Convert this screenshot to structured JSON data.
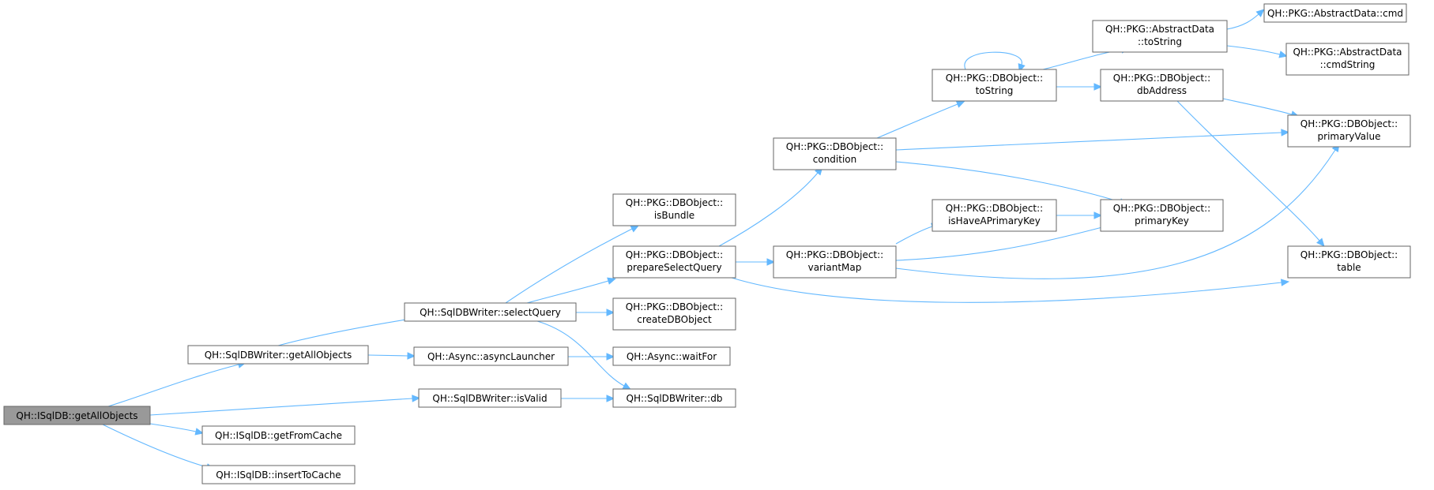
{
  "nodes": {
    "root": {
      "lines": [
        "QH::ISqlDB::getAllObjects"
      ]
    },
    "getAllObjects": {
      "lines": [
        "QH::SqlDBWriter::getAllObjects"
      ]
    },
    "getFromCache": {
      "lines": [
        "QH::ISqlDB::getFromCache"
      ]
    },
    "insertToCache": {
      "lines": [
        "QH::ISqlDB::insertToCache"
      ]
    },
    "isValid": {
      "lines": [
        "QH::SqlDBWriter::isValid"
      ]
    },
    "asyncLauncher": {
      "lines": [
        "QH::Async::asyncLauncher"
      ]
    },
    "selectQuery": {
      "lines": [
        "QH::SqlDBWriter::selectQuery"
      ]
    },
    "waitFor": {
      "lines": [
        "QH::Async::waitFor"
      ]
    },
    "db": {
      "lines": [
        "QH::SqlDBWriter::db"
      ]
    },
    "isBundle": {
      "lines": [
        "QH::PKG::DBObject::",
        "isBundle"
      ]
    },
    "prepareSelectQuery": {
      "lines": [
        "QH::PKG::DBObject::",
        "prepareSelectQuery"
      ]
    },
    "createDBObject": {
      "lines": [
        "QH::PKG::DBObject::",
        "createDBObject"
      ]
    },
    "condition": {
      "lines": [
        "QH::PKG::DBObject::",
        "condition"
      ]
    },
    "variantMap": {
      "lines": [
        "QH::PKG::DBObject::",
        "variantMap"
      ]
    },
    "dbToString": {
      "lines": [
        "QH::PKG::DBObject::",
        "toString"
      ]
    },
    "isHaveAPrimaryKey": {
      "lines": [
        "QH::PKG::DBObject::",
        "isHaveAPrimaryKey"
      ]
    },
    "adToString": {
      "lines": [
        "QH::PKG::AbstractData",
        "::toString"
      ]
    },
    "dbAddress": {
      "lines": [
        "QH::PKG::DBObject::",
        "dbAddress"
      ]
    },
    "primaryKey": {
      "lines": [
        "QH::PKG::DBObject::",
        "primaryKey"
      ]
    },
    "cmd": {
      "lines": [
        "QH::PKG::AbstractData::cmd"
      ]
    },
    "cmdString": {
      "lines": [
        "QH::PKG::AbstractData",
        "::cmdString"
      ]
    },
    "primaryValue": {
      "lines": [
        "QH::PKG::DBObject::",
        "primaryValue"
      ]
    },
    "table": {
      "lines": [
        "QH::PKG::DBObject::",
        "table"
      ]
    }
  },
  "edges": [
    [
      "root",
      "getAllObjects"
    ],
    [
      "root",
      "getFromCache"
    ],
    [
      "root",
      "insertToCache"
    ],
    [
      "root",
      "isValid"
    ],
    [
      "getAllObjects",
      "selectQuery"
    ],
    [
      "getAllObjects",
      "asyncLauncher"
    ],
    [
      "asyncLauncher",
      "waitFor"
    ],
    [
      "isValid",
      "db"
    ],
    [
      "selectQuery",
      "isBundle"
    ],
    [
      "selectQuery",
      "prepareSelectQuery"
    ],
    [
      "selectQuery",
      "createDBObject"
    ],
    [
      "selectQuery",
      "db"
    ],
    [
      "prepareSelectQuery",
      "condition"
    ],
    [
      "prepareSelectQuery",
      "variantMap"
    ],
    [
      "prepareSelectQuery",
      "table"
    ],
    [
      "condition",
      "dbToString"
    ],
    [
      "condition",
      "primaryValue"
    ],
    [
      "condition",
      "primaryKey"
    ],
    [
      "dbToString",
      "dbToString"
    ],
    [
      "dbToString",
      "adToString"
    ],
    [
      "dbToString",
      "dbAddress"
    ],
    [
      "adToString",
      "cmd"
    ],
    [
      "adToString",
      "cmdString"
    ],
    [
      "dbAddress",
      "primaryValue"
    ],
    [
      "dbAddress",
      "table"
    ],
    [
      "variantMap",
      "isHaveAPrimaryKey"
    ],
    [
      "variantMap",
      "primaryKey"
    ],
    [
      "variantMap",
      "primaryValue"
    ],
    [
      "isHaveAPrimaryKey",
      "primaryKey"
    ]
  ]
}
